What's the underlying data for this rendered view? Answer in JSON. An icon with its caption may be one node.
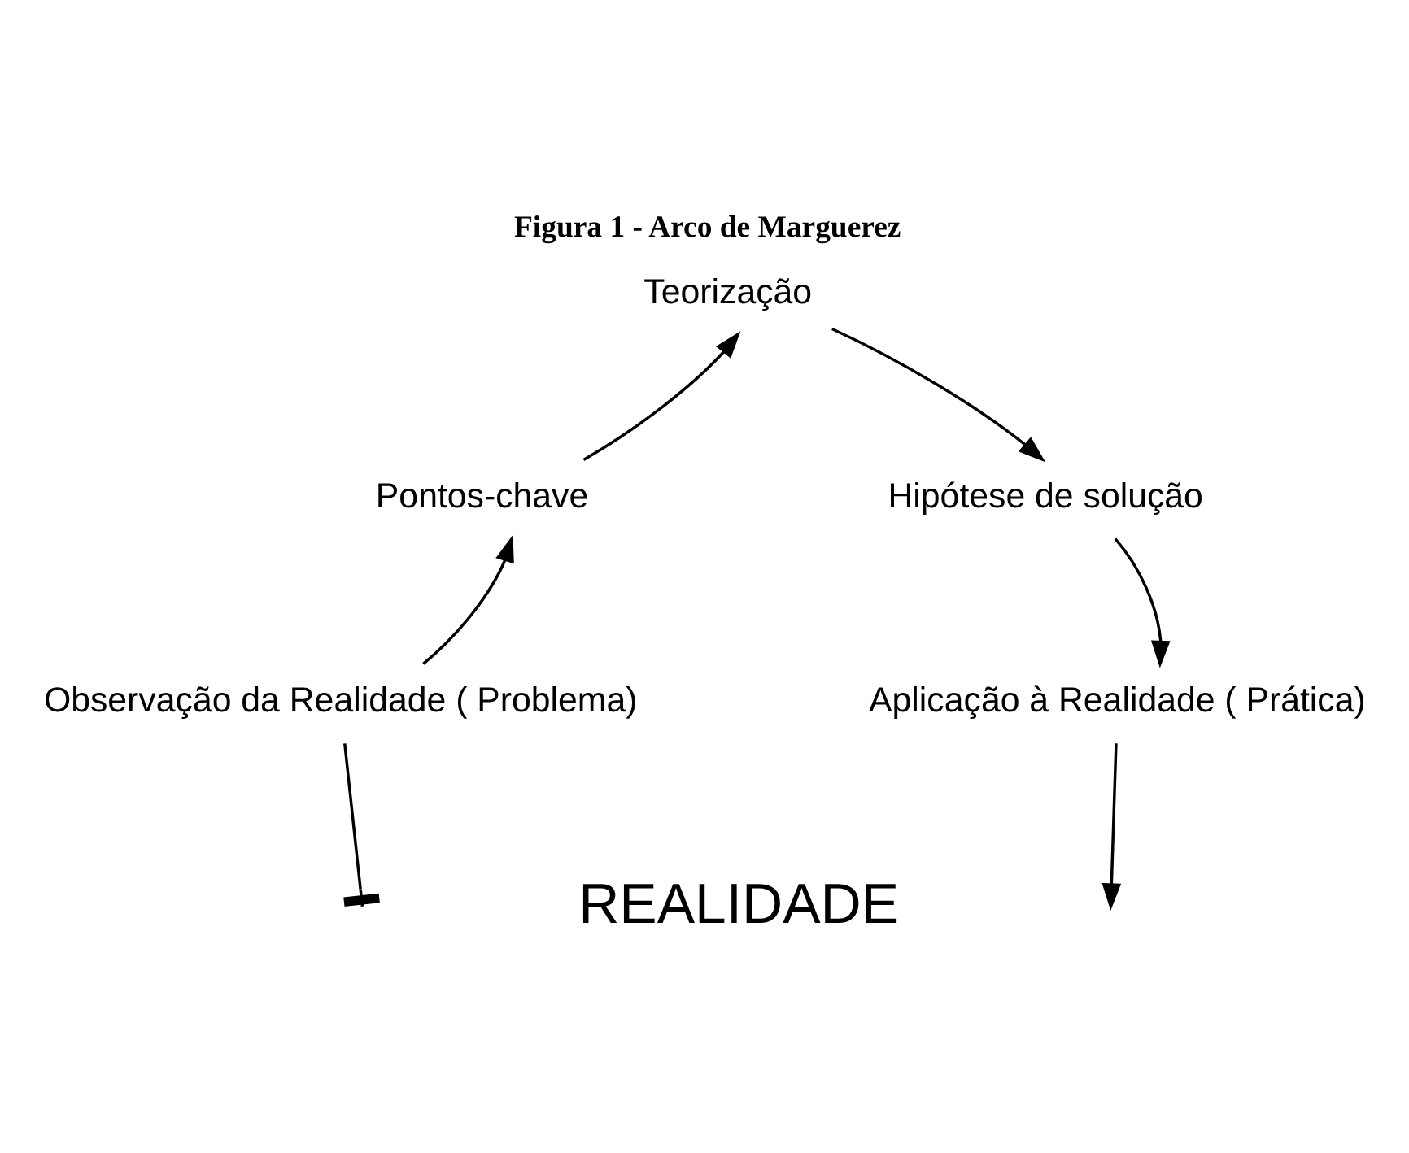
{
  "diagram": {
    "title": "Figura 1 - Arco de Marguerez",
    "nodes": [
      {
        "text": [
          "Observação da Realidade ( Problema)"
        ]
      },
      {
        "text": [
          "Pontos-chave"
        ]
      },
      {
        "text": [
          "Teorização"
        ]
      },
      {
        "text": [
          "Hipótese de solução"
        ]
      },
      {
        "text": [
          "Aplicação à Realidade ( Prática)"
        ]
      }
    ],
    "edges": [
      {
        "from": 0,
        "to": null,
        "arrow": "other"
      },
      {
        "from": 0,
        "to": 1,
        "arrow": "to"
      },
      {
        "from": 1,
        "to": 2,
        "arrow": "to"
      },
      {
        "from": 2,
        "to": 3,
        "arrow": "to"
      },
      {
        "from": 3,
        "to": 4,
        "arrow": "to"
      },
      {
        "from": 4,
        "to": null,
        "arrow": "to"
      }
    ],
    "labels": [
      "REALIDADE"
    ]
  }
}
